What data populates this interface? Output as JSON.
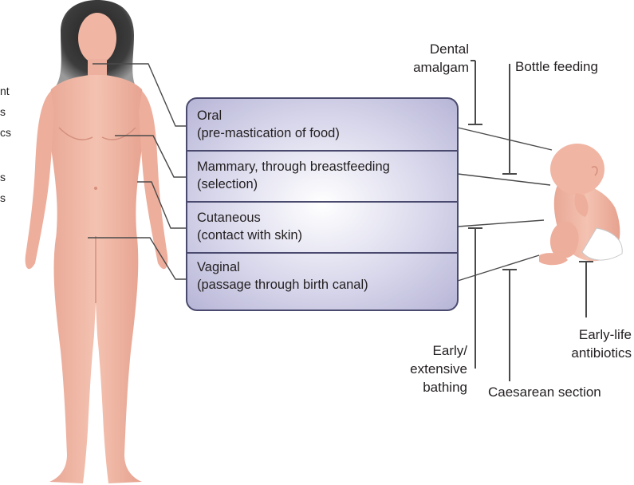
{
  "clipped_left_text": [
    "nt",
    "s",
    "cs",
    "s",
    "s"
  ],
  "routes": [
    {
      "name": "Oral",
      "detail": "(pre-mastication of food)"
    },
    {
      "name": "Mammary, through breastfeeding",
      "detail": "(selection)"
    },
    {
      "name": "Cutaneous",
      "detail": "(contact with skin)"
    },
    {
      "name": "Vaginal",
      "detail": "(passage through birth canal)"
    }
  ],
  "factors": {
    "dental_amalgam": [
      "Dental",
      "amalgam"
    ],
    "bottle_feeding": "Bottle feeding",
    "early_bathing": [
      "Early/",
      "extensive",
      "bathing"
    ],
    "caesarean": "Caesarean section",
    "antibiotics": [
      "Early-life",
      "antibiotics"
    ]
  },
  "colors": {
    "skin": "#f2b8a6",
    "skin_shade": "#e39d8b",
    "hair": "#3a3a3a",
    "box_border": "#4a4a6e",
    "box_fill": "#c9c7e2",
    "line": "#4a4a4a"
  }
}
